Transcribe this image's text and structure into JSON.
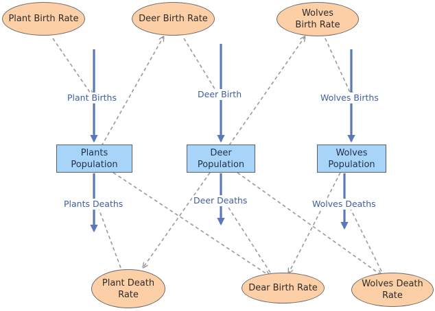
{
  "nodes": {
    "plant_birth_rate": "Plant Birth Rate",
    "deer_birth_rate": "Deer Birth Rate",
    "wolves_birth_rate": "Wolves Birth Rate",
    "plants_population": "Plants Population",
    "deer_population": "Deer Population",
    "wolves_population": "Wolves Population",
    "plant_death_rate": "Plant Death Rate",
    "dear_birth_rate": "Dear Birth Rate",
    "wolves_death_rate": "Wolves Death Rate"
  },
  "flows": {
    "plant_births": "Plant Births",
    "deer_birth": "Deer Birth",
    "wolves_births": "Wolves Births",
    "plants_deaths": "Plants Deaths",
    "deer_deaths": "Deer Deaths",
    "wolves_deaths": "Wolves Deaths"
  },
  "colors": {
    "rate_fill": "#fdcfa6",
    "stock_fill": "#a9d4fa",
    "flow_arrow": "#5b78b8",
    "link_arrow": "#999999",
    "flow_label_text": "#3f5e9e"
  }
}
